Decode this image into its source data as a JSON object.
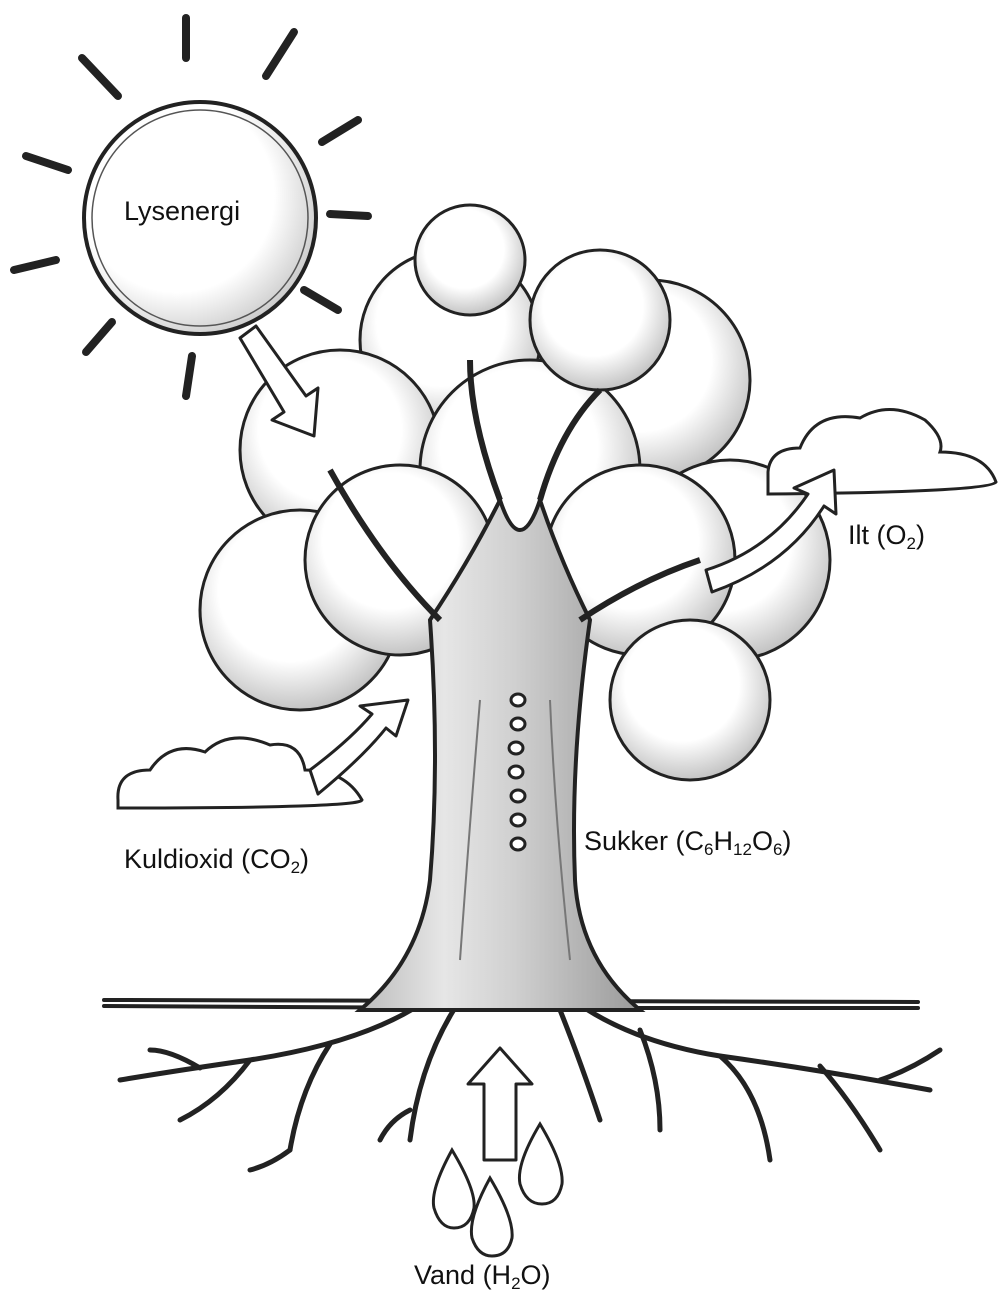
{
  "labels": {
    "light": "Lysenergi",
    "oxygen": {
      "name": "Ilt",
      "open": " (O",
      "sub1": "2",
      "close": ")"
    },
    "carbon_dioxide": {
      "name": "Kuldioxid",
      "open": " (CO",
      "sub1": "2",
      "close": ")"
    },
    "sugar": {
      "name": "Sukker",
      "open": " (C",
      "sub1": "6",
      "mid1": "H",
      "sub2": "12",
      "mid2": "O",
      "sub3": "6",
      "close": ")"
    },
    "water": {
      "name": "Vand",
      "open": " (H",
      "sub1": "2",
      "close": "O)"
    }
  },
  "icons": [
    "sun-icon",
    "tree-icon",
    "cloud-icon",
    "arrow-icon",
    "water-drop-icon",
    "sugar-bubble-icon"
  ]
}
